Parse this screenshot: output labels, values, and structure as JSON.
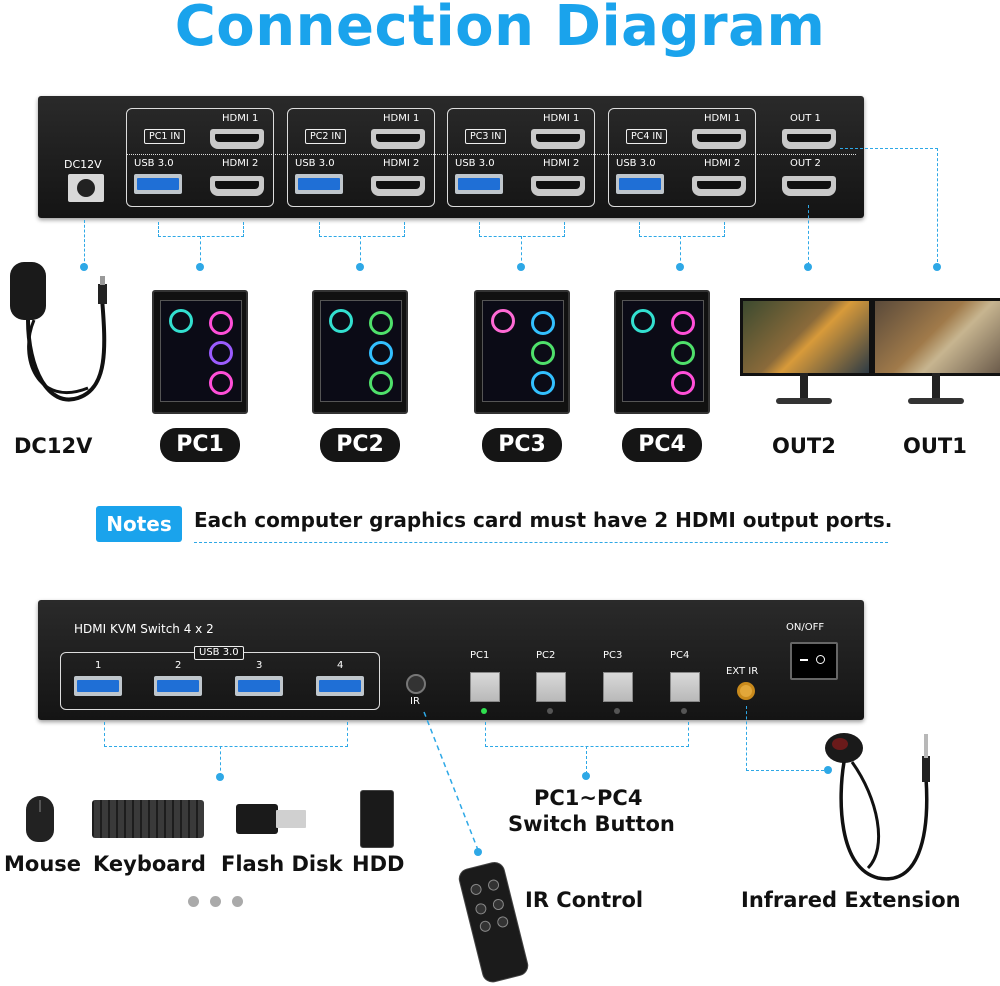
{
  "title": "Connection Diagram",
  "back_panel": {
    "dc_label": "DC12V",
    "groups": [
      {
        "in_label": "PC1 IN",
        "hdmi1": "HDMI 1",
        "usb": "USB 3.0",
        "hdmi2": "HDMI 2"
      },
      {
        "in_label": "PC2 IN",
        "hdmi1": "HDMI 1",
        "usb": "USB 3.0",
        "hdmi2": "HDMI 2"
      },
      {
        "in_label": "PC3 IN",
        "hdmi1": "HDMI 1",
        "usb": "USB 3.0",
        "hdmi2": "HDMI 2"
      },
      {
        "in_label": "PC4 IN",
        "hdmi1": "HDMI 1",
        "usb": "USB 3.0",
        "hdmi2": "HDMI 2"
      }
    ],
    "out1": "OUT 1",
    "out2": "OUT 2"
  },
  "row_labels": {
    "power": "DC12V",
    "pcs": [
      "PC1",
      "PC2",
      "PC3",
      "PC4"
    ],
    "out2": "OUT2",
    "out1": "OUT1"
  },
  "notes": {
    "badge": "Notes",
    "text": "Each computer graphics card must have 2 HDMI output ports."
  },
  "front_panel": {
    "model": "HDMI KVM Switch 4 x 2",
    "usb_label": "USB 3.0",
    "usb_ports": [
      "1",
      "2",
      "3",
      "4"
    ],
    "ir_label": "IR",
    "pc_buttons": [
      "PC1",
      "PC2",
      "PC3",
      "PC4"
    ],
    "ext_ir": "EXT IR",
    "power_switch": "ON/OFF"
  },
  "peripherals": [
    "Mouse",
    "Keyboard",
    "Flash Disk",
    "HDD"
  ],
  "switch_button_label": [
    "PC1~PC4",
    "Switch Button"
  ],
  "ir_control": "IR Control",
  "infrared_extension": "Infrared Extension",
  "accent_color": "#1aa3ec"
}
